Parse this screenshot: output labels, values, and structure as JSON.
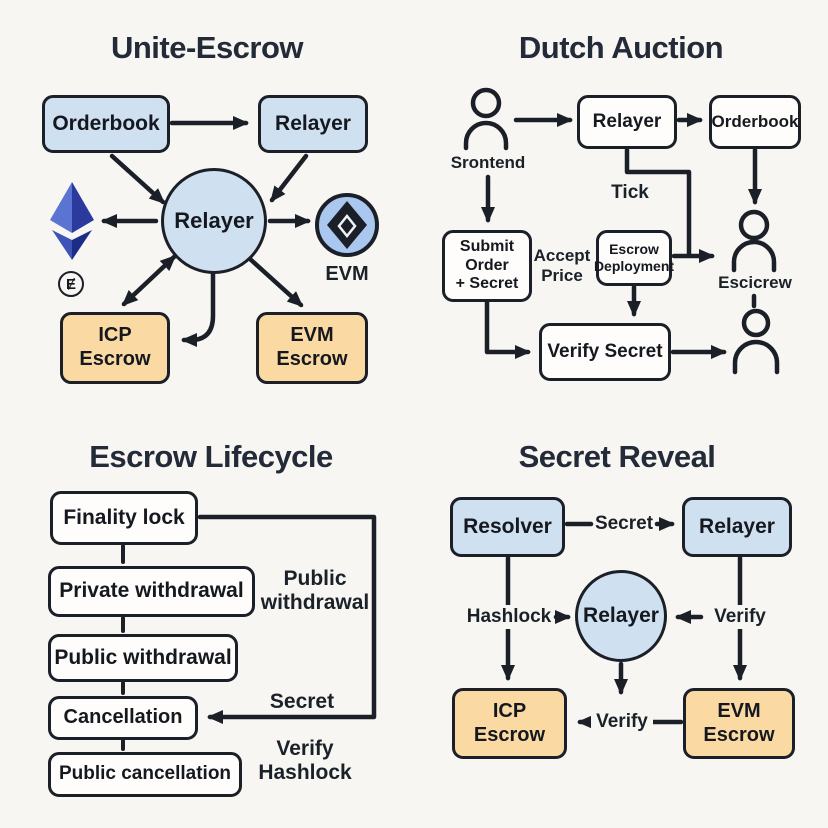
{
  "colors": {
    "background": "#f8f6f3",
    "node_blue": "#cfe0f1",
    "node_orange": "#fbd9a3",
    "node_white": "#fefdfb",
    "stroke": "#1b1f27",
    "title_text": "#232a38",
    "eth_blue_light": "#5b74d2",
    "eth_blue_dark": "#2a3b9d",
    "evm_badge_fill": "#a9c7ef"
  },
  "q1": {
    "title": "Unite-Escrow",
    "orderbook": "Orderbook",
    "relayer_box": "Relayer",
    "relayer_hub": "Relayer",
    "icp_escrow": "ICP\nEscrow",
    "evm_escrow": "EVM\nEscrow",
    "evm_caption": "EVM",
    "token_glyph": "Ɇ"
  },
  "q2": {
    "title": "Dutch Auction",
    "frontend": "Srontend",
    "relayer": "Relayer",
    "orderbook": "Orderbook",
    "tick": "Tick",
    "submit_order": "Submit\nOrder\n+ Secret",
    "accept_price": "Accept\nPrice",
    "escrow_deployment": "Escrow\nDeployment",
    "verify_secret": "Verify Secret",
    "resolver": "Escicrew"
  },
  "q3": {
    "title": "Escrow Lifecycle",
    "stages": [
      "Finality lock",
      "Private withdrawal",
      "Public withdrawal",
      "Cancellation",
      "Public cancellation"
    ],
    "public_withdrawal": "Public\nwithdrawal",
    "secret": "Secret",
    "verify_hashlock": "Verify\nHashlock"
  },
  "q4": {
    "title": "Secret Reveal",
    "resolver": "Resolver",
    "relayer_box": "Relayer",
    "relayer_hub": "Relayer",
    "icp_escrow": "ICP\nEscrow",
    "evm_escrow": "EVM\nEscrow",
    "secret": "Secret",
    "hashlock": "Hashlock",
    "verify_top": "Verify",
    "verify_bottom": "Verify"
  }
}
